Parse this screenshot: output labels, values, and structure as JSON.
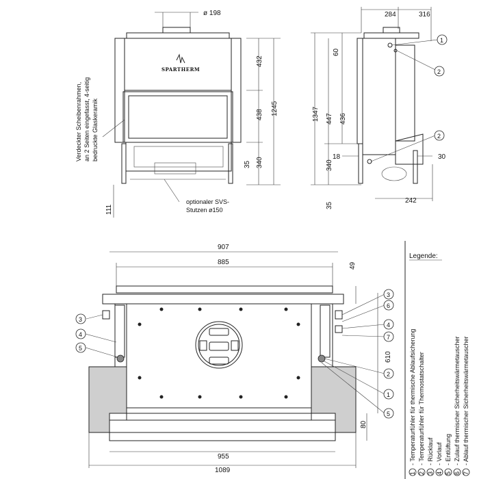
{
  "brand": "SPARTHERM",
  "front_view": {
    "dim_diameter": "ø 198",
    "dim_432": "432",
    "dim_1245": "1245",
    "dim_438": "438",
    "dim_35": "35",
    "dim_340": "340",
    "dim_111": "111",
    "frame_note_line1": "Verdeckter Scheibenrahmen,",
    "frame_note_line2": "an 2 Seiten eingefasst, 4-seitig",
    "frame_note_line3": "bedruckte Glaskeramik",
    "svs_note_line1": "optionaler SVS-",
    "svs_note_line2": "Stutzen ø150"
  },
  "side_view": {
    "dim_284": "284",
    "dim_316": "316",
    "dim_60": "60",
    "dim_1347": "1347",
    "dim_447": "447",
    "dim_436": "436",
    "dim_18": "18",
    "dim_30": "30",
    "dim_340": "340",
    "dim_35": "35",
    "dim_242": "242",
    "callout_1": "1",
    "callout_2a": "2",
    "callout_2b": "2"
  },
  "top_view": {
    "dim_907": "907",
    "dim_885": "885",
    "dim_49": "49",
    "dim_610": "610",
    "dim_80": "80",
    "dim_955": "955",
    "dim_1089": "1089",
    "callout_l3": "3",
    "callout_l4": "4",
    "callout_l5": "5",
    "callout_r3": "3",
    "callout_r6": "6",
    "callout_r4": "4",
    "callout_r7": "7",
    "callout_r2": "2",
    "callout_r1": "1",
    "callout_r5": "5"
  },
  "legend": {
    "title": "Legende:",
    "items": [
      {
        "num": "1",
        "text": "- Temperaturfühler für thermische Ablaufsicherung"
      },
      {
        "num": "2",
        "text": "- Temperaturfühler für Thermostatschalter"
      },
      {
        "num": "3",
        "text": "- Rücklauf"
      },
      {
        "num": "4",
        "text": "- Vorlauf"
      },
      {
        "num": "5",
        "text": "- Entlüftung"
      },
      {
        "num": "6",
        "text": "- Zulauf thermischer Sicherheitswärmetauscher"
      },
      {
        "num": "7",
        "text": "- Ablauf thermischer Sicherheitswärmetauscher"
      }
    ]
  }
}
